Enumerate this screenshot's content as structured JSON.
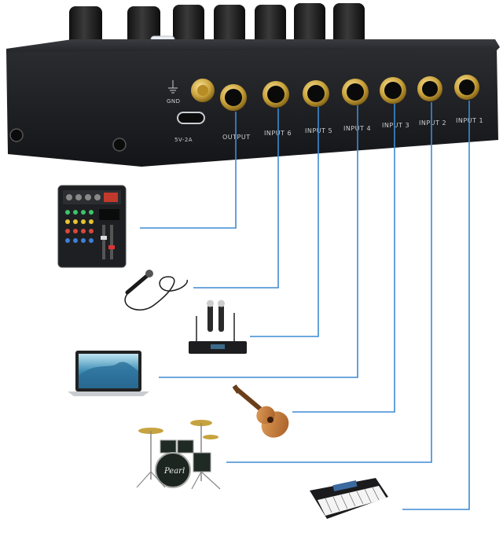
{
  "device": {
    "ground_label": "GND",
    "power_label": "5V-2A",
    "ports": [
      "OUTPUT",
      "INPUT 6",
      "INPUT 5",
      "INPUT 4",
      "INPUT 3",
      "INPUT 2",
      "INPUT 1"
    ]
  },
  "connected_sources": [
    {
      "port": "OUTPUT",
      "device": "mixer"
    },
    {
      "port": "INPUT 6",
      "device": "microphone"
    },
    {
      "port": "INPUT 5",
      "device": "wireless-receiver"
    },
    {
      "port": "INPUT 4",
      "device": "laptop"
    },
    {
      "port": "INPUT 3",
      "device": "ukulele"
    },
    {
      "port": "INPUT 2",
      "device": "drum-kit"
    },
    {
      "port": "INPUT 1",
      "device": "keyboard"
    }
  ],
  "drum_brand": "Pearl",
  "colors": {
    "cable": "#3d8bd4",
    "jack_ring": "#c9a23a",
    "chassis": "#1c1d20"
  }
}
